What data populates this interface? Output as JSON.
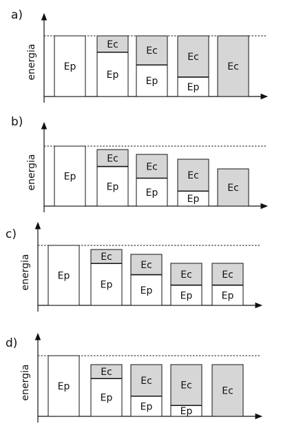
{
  "colors": {
    "kinetic": "#d6d6d6",
    "potential": "#ffffff",
    "stroke": "#111111"
  },
  "panels": [
    {
      "label": "a)",
      "y_label": "energia",
      "bars": [
        {
          "ep_label": "Ep",
          "ec_label": "",
          "ep_frac": 1.0
        },
        {
          "ep_label": "Ep",
          "ec_label": "Ec",
          "ep_frac": 0.73
        },
        {
          "ep_label": "Ep",
          "ec_label": "Ec",
          "ep_frac": 0.52
        },
        {
          "ep_label": "Ep",
          "ec_label": "Ec",
          "ep_frac": 0.32
        },
        {
          "ep_label": "",
          "ec_label": "Ec",
          "ep_frac": 0.0
        }
      ]
    },
    {
      "label": "b)",
      "y_label": "energia",
      "bars": [
        {
          "ep_label": "Ep",
          "ec_label": "",
          "ep_frac": 1.0
        },
        {
          "ep_label": "Ep",
          "ec_label": "Ec",
          "ep_frac": 0.7
        },
        {
          "ep_label": "Ep",
          "ec_label": "Ec",
          "ep_frac": 0.54
        },
        {
          "ep_label": "Ep",
          "ec_label": "Ec",
          "ep_frac": 0.32
        },
        {
          "ep_label": "",
          "ec_label": "Ec",
          "ep_frac": 0.0
        }
      ]
    },
    {
      "label": "c)",
      "y_label": "energia",
      "bars": [
        {
          "ep_label": "Ep",
          "ec_label": "",
          "ep_frac": 1.0
        },
        {
          "ep_label": "Ep",
          "ec_label": "Ec",
          "ep_frac": 0.75
        },
        {
          "ep_label": "Ep",
          "ec_label": "Ec",
          "ep_frac": 0.6
        },
        {
          "ep_label": "Ep",
          "ec_label": "Ec",
          "ep_frac": 0.48
        },
        {
          "ep_label": "Ep",
          "ec_label": "Ec",
          "ep_frac": 0.48
        }
      ]
    },
    {
      "label": "d)",
      "y_label": "energia",
      "bars": [
        {
          "ep_label": "Ep",
          "ec_label": "",
          "ep_frac": 1.0
        },
        {
          "ep_label": "Ep",
          "ec_label": "Ec",
          "ep_frac": 0.73
        },
        {
          "ep_label": "Ep",
          "ec_label": "Ec",
          "ep_frac": 0.39
        },
        {
          "ep_label": "Ep",
          "ec_label": "Ec",
          "ep_frac": 0.21
        },
        {
          "ep_label": "",
          "ec_label": "Ec",
          "ep_frac": 0.0
        }
      ]
    }
  ]
}
